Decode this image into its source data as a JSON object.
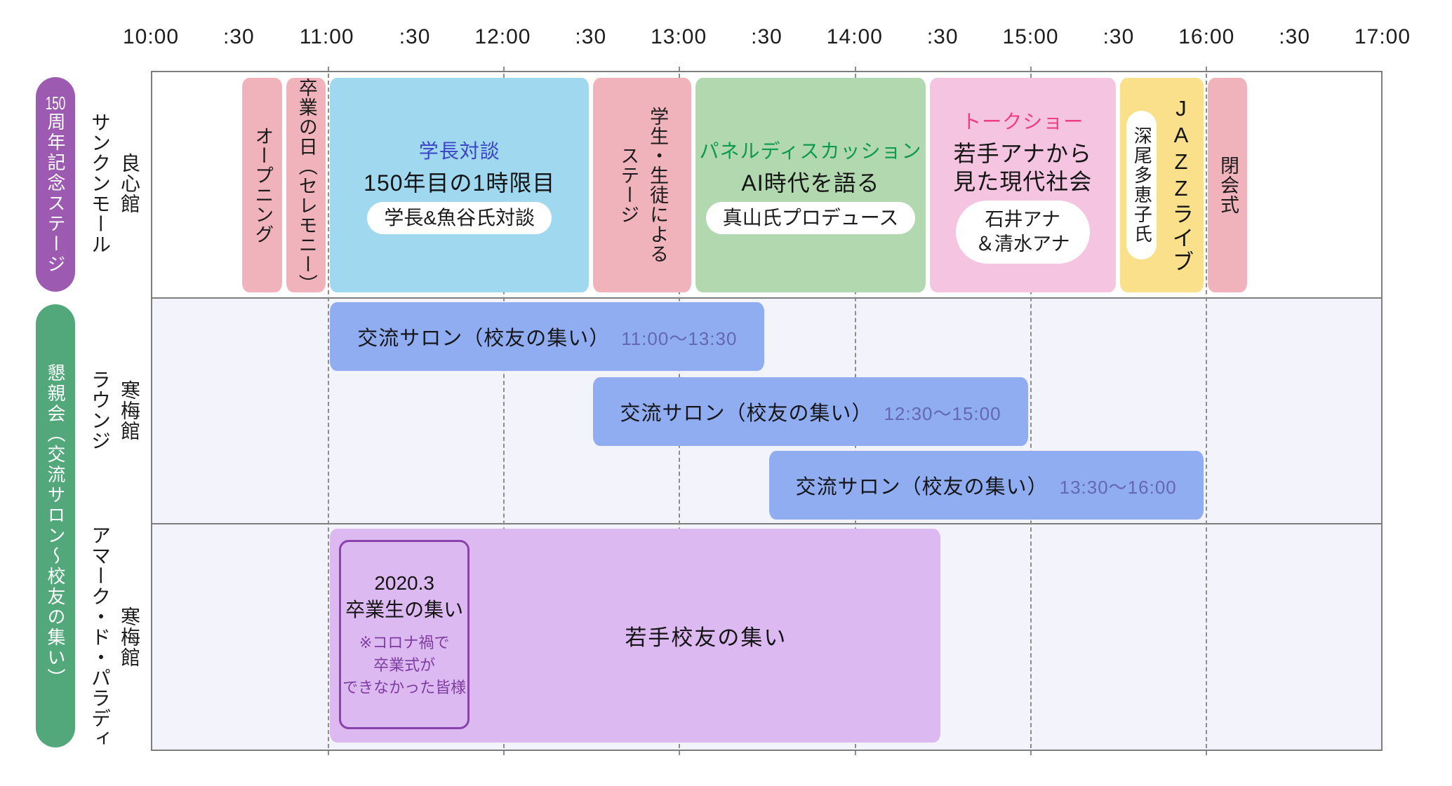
{
  "groups": {
    "stage": {
      "label_prefix": "150",
      "label_rest": "周年記念ステージ",
      "color": "#9c5ab0"
    },
    "party": {
      "label": "懇親会（交流サロン〜校友の集い）",
      "color": "#52a87a"
    }
  },
  "colors": {
    "row_alt_background": "#f3f4fb",
    "frame_border": "#7d7d7d",
    "gridline": "#8d8d8d"
  },
  "chart_data": {
    "type": "gantt-timetable",
    "time_axis": {
      "start": "10:00",
      "end": "17:00",
      "ticks": [
        {
          "time": "10:00",
          "label": "10:00"
        },
        {
          "time": "10:30",
          "label": ":30"
        },
        {
          "time": "11:00",
          "label": "11:00"
        },
        {
          "time": "11:30",
          "label": ":30"
        },
        {
          "time": "12:00",
          "label": "12:00"
        },
        {
          "time": "12:30",
          "label": ":30"
        },
        {
          "time": "13:00",
          "label": "13:00"
        },
        {
          "time": "13:30",
          "label": ":30"
        },
        {
          "time": "14:00",
          "label": "14:00"
        },
        {
          "time": "14:30",
          "label": ":30"
        },
        {
          "time": "15:00",
          "label": "15:00"
        },
        {
          "time": "15:30",
          "label": ":30"
        },
        {
          "time": "16:00",
          "label": "16:00"
        },
        {
          "time": "16:30",
          "label": ":30"
        },
        {
          "time": "17:00",
          "label": "17:00"
        }
      ],
      "gridline_hours": [
        "11:00",
        "12:00",
        "13:00",
        "14:00",
        "15:00",
        "16:00"
      ]
    },
    "rows": [
      {
        "group": "150周年記念ステージ",
        "venue": {
          "building": "良心館",
          "place": "サンクンモール"
        },
        "events": [
          {
            "title": "オープニング",
            "start": "10:30",
            "end": "10:45",
            "color": "#f1b3bb"
          },
          {
            "title": "卒業の日（セレモニー）",
            "start": "10:45",
            "end": "11:00",
            "color": "#f1b3bb"
          },
          {
            "kicker": "学長対談",
            "kicker_color": "#3a44c5",
            "title": "150年目の1時限目",
            "badge": "学長&魚谷氏対談",
            "start": "11:00",
            "end": "12:30",
            "color": "#a0d8f0"
          },
          {
            "title": "学生・生徒による\nステージ",
            "start": "12:30",
            "end": "13:05",
            "color": "#f1b3bb"
          },
          {
            "kicker": "パネルディスカッション",
            "kicker_color": "#0d9a4e",
            "title": "AI時代を語る",
            "badge": "真山氏プロデュース",
            "start": "13:05",
            "end": "14:25",
            "color": "#b2d8b0"
          },
          {
            "kicker": "トークショー",
            "kicker_color": "#ee3d80",
            "title": "若手アナから\n見た現代社会",
            "badge": "石井アナ\n＆清水アナ",
            "start": "14:25",
            "end": "15:30",
            "color": "#f4c4e0"
          },
          {
            "title_upright": "JAZZ",
            "title_tail": "ライブ",
            "badge": "深尾多恵子氏",
            "start": "15:30",
            "end": "16:00",
            "color": "#fbe08c"
          },
          {
            "title": "閉会式",
            "start": "16:00",
            "end": "16:15",
            "color": "#f1b3bb"
          }
        ]
      },
      {
        "group": "懇親会（交流サロン〜校友の集い）",
        "venue": {
          "building": "寒梅館",
          "place": "ラウンジ"
        },
        "events": [
          {
            "title": "交流サロン（校友の集い）",
            "time_label": "11:00〜13:30",
            "start": "11:00",
            "end": "13:30",
            "color": "#8fadf0"
          },
          {
            "title": "交流サロン（校友の集い）",
            "time_label": "12:30〜15:00",
            "start": "12:30",
            "end": "15:00",
            "color": "#8fadf0"
          },
          {
            "title": "交流サロン（校友の集い）",
            "time_label": "13:30〜16:00",
            "start": "13:30",
            "end": "16:00",
            "color": "#8fadf0"
          }
        ]
      },
      {
        "group": "懇親会（交流サロン〜校友の集い）",
        "venue": {
          "building": "寒梅館",
          "place": "アマーク・ド・パラディ"
        },
        "events": [
          {
            "title": "若手校友の集い",
            "start": "11:00",
            "end": "14:30",
            "color": "#ddb9f2",
            "note_title": "2020.3\n卒業生の集い",
            "note_caption": "※コロナ禍で\n卒業式が\nできなかった皆様"
          }
        ]
      }
    ]
  }
}
